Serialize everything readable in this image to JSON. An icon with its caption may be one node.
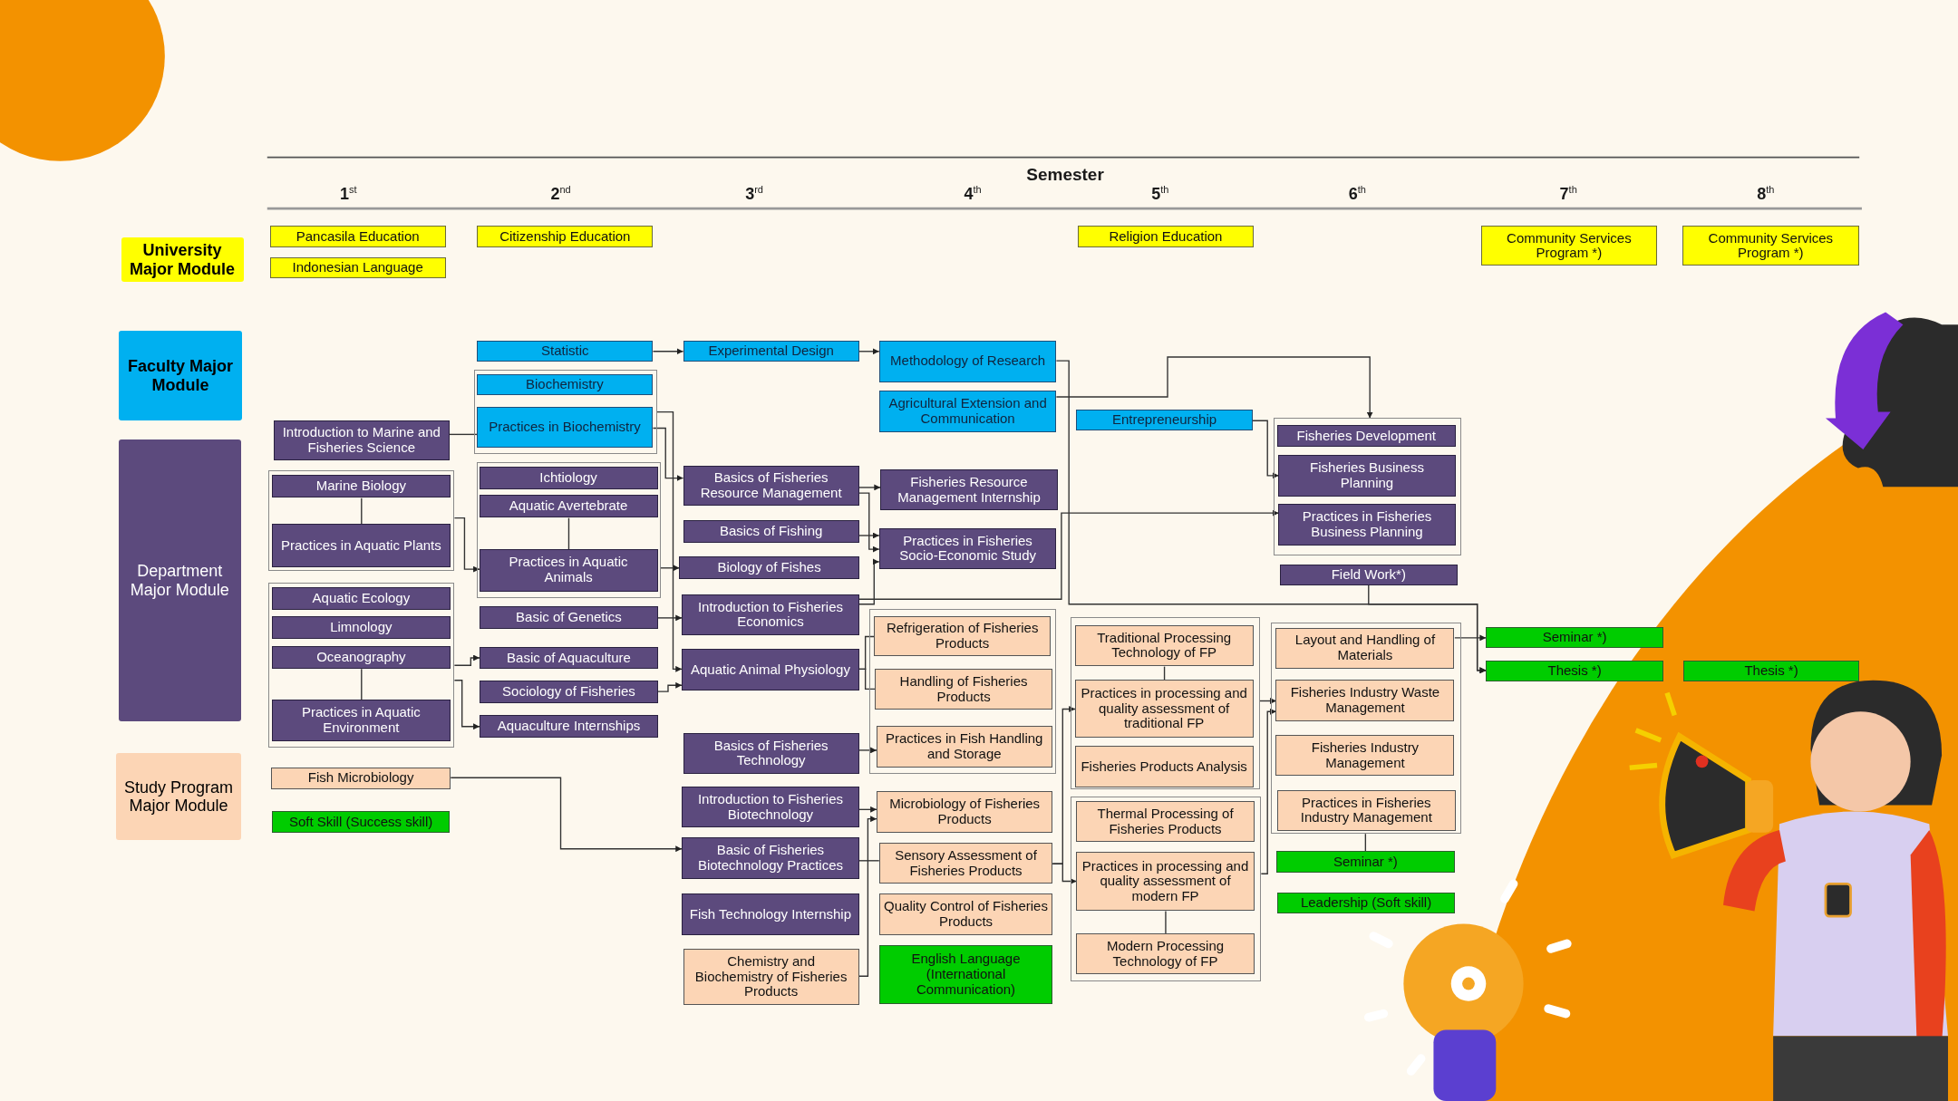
{
  "diagram": {
    "nodes": [
      {
        "text": [
          "University Major Module"
        ]
      },
      {
        "text": [
          "Faculty Major Module"
        ]
      },
      {
        "text": [
          "Department Major Module"
        ]
      },
      {
        "text": [
          "Study Program Major Module"
        ]
      },
      {
        "text": [
          "Pancasila Education"
        ]
      },
      {
        "text": [
          "Indonesian Language"
        ]
      },
      {
        "text": [
          "Citizenship Education"
        ]
      },
      {
        "text": [
          "Religion Education"
        ]
      },
      {
        "text": [
          "Community Services Program *)"
        ]
      },
      {
        "text": [
          "Community Services Program *)"
        ]
      },
      {
        "text": [
          "Introduction to Marine and Fisheries Science"
        ]
      },
      {
        "text": [],
        "shape": "box"
      },
      {
        "text": [
          "Marine Biology"
        ],
        "in": 11
      },
      {
        "text": [
          "Practices in Aquatic Plants"
        ],
        "in": 11
      },
      {
        "text": [],
        "shape": "box"
      },
      {
        "text": [
          "Aquatic Ecology"
        ],
        "in": 14
      },
      {
        "text": [
          "Limnology"
        ],
        "in": 14
      },
      {
        "text": [
          "Oceanography"
        ],
        "in": 14
      },
      {
        "text": [
          "Practices in Aquatic Environment"
        ],
        "in": 14
      },
      {
        "text": [
          "Fish Microbiology"
        ]
      },
      {
        "text": [
          "Soft Skill (Success skill)"
        ]
      },
      {
        "text": [
          "Statistic"
        ]
      },
      {
        "text": [],
        "shape": "box"
      },
      {
        "text": [
          "Biochemistry"
        ],
        "in": 22
      },
      {
        "text": [
          "Practices in Biochemistry"
        ],
        "in": 22
      },
      {
        "text": [],
        "shape": "box"
      },
      {
        "text": [
          "Ichtiology"
        ],
        "in": 25
      },
      {
        "text": [
          "Aquatic Avertebrate"
        ],
        "in": 25
      },
      {
        "text": [
          "Practices in Aquatic Animals"
        ],
        "in": 25
      },
      {
        "text": [
          "Basic of Genetics"
        ]
      },
      {
        "text": [
          "Basic of Aquaculture"
        ]
      },
      {
        "text": [
          "Sociology of Fisheries"
        ]
      },
      {
        "text": [
          "Aquaculture Internships"
        ]
      },
      {
        "text": [
          "Experimental Design"
        ]
      },
      {
        "text": [
          "Basics of Fisheries Resource Management"
        ]
      },
      {
        "text": [
          "Basics of Fishing"
        ]
      },
      {
        "text": [
          "Biology of Fishes"
        ]
      },
      {
        "text": [
          "Introduction to Fisheries Economics"
        ]
      },
      {
        "text": [
          "Aquatic Animal Physiology"
        ]
      },
      {
        "text": [
          "Basics of Fisheries Technology"
        ]
      },
      {
        "text": [
          "Introduction to Fisheries Biotechnology"
        ]
      },
      {
        "text": [
          "Basic of Fisheries Biotechnology Practices"
        ]
      },
      {
        "text": [
          "Fish Technology Internship"
        ]
      },
      {
        "text": [
          "Chemistry and Biochemistry of Fisheries Products"
        ]
      },
      {
        "text": [
          "Methodology of Research"
        ]
      },
      {
        "text": [
          "Agricultural Extension and Communication"
        ]
      },
      {
        "text": [
          "Fisheries Resource Management Internship"
        ]
      },
      {
        "text": [
          "Practices in Fisheries Socio-Economic Study"
        ]
      },
      {
        "text": [],
        "shape": "box"
      },
      {
        "text": [
          "Refrigeration of Fisheries Products"
        ],
        "in": 48
      },
      {
        "text": [
          "Handling of Fisheries Products"
        ],
        "in": 48
      },
      {
        "text": [
          "Practices in Fish Handling and Storage"
        ],
        "in": 48
      },
      {
        "text": [
          "Microbiology of Fisheries Products"
        ]
      },
      {
        "text": [
          "Sensory Assessment of Fisheries Products"
        ]
      },
      {
        "text": [
          "Quality Control of Fisheries Products"
        ]
      },
      {
        "text": [
          "English Language (International Communication)"
        ]
      },
      {
        "text": [
          "Entrepreneurship"
        ]
      },
      {
        "text": [],
        "shape": "box"
      },
      {
        "text": [
          "Traditional Processing Technology of FP"
        ],
        "in": 57
      },
      {
        "text": [
          "Practices in processing and quality assessment of traditional FP"
        ],
        "in": 57
      },
      {
        "text": [
          "Fisheries Products Analysis"
        ],
        "in": 57
      },
      {
        "text": [],
        "shape": "box"
      },
      {
        "text": [
          "Thermal Processing of Fisheries Products"
        ],
        "in": 61
      },
      {
        "text": [
          "Practices in processing and quality assessment of modern FP"
        ],
        "in": 61
      },
      {
        "text": [
          "Modern Processing Technology of FP"
        ],
        "in": 61
      },
      {
        "text": [],
        "shape": "box"
      },
      {
        "text": [
          "Fisheries Development"
        ],
        "in": 65
      },
      {
        "text": [
          "Fisheries Business Planning"
        ],
        "in": 65
      },
      {
        "text": [
          "Practices in Fisheries Business Planning"
        ],
        "in": 65
      },
      {
        "text": [
          "Field Work*)"
        ]
      },
      {
        "text": [],
        "shape": "box"
      },
      {
        "text": [
          "Layout and Handling of Materials"
        ],
        "in": 70
      },
      {
        "text": [
          "Fisheries Industry Waste Management"
        ],
        "in": 70
      },
      {
        "text": [
          "Fisheries Industry Management"
        ],
        "in": 70
      },
      {
        "text": [
          "Practices in Fisheries Industry Management"
        ],
        "in": 70
      },
      {
        "text": [
          "Seminar *)"
        ]
      },
      {
        "text": [
          "Leadership (Soft skill)"
        ]
      },
      {
        "text": [
          "Seminar *)"
        ]
      },
      {
        "text": [
          "Thesis *)"
        ]
      },
      {
        "text": [
          "Thesis *)"
        ]
      }
    ],
    "edges": [
      {
        "from": 21,
        "to": 33,
        "arrow": "to"
      },
      {
        "from": 33,
        "to": 44,
        "arrow": "to"
      },
      {
        "from": 10,
        "to": 24,
        "arrow": "none"
      },
      {
        "from": 12,
        "to": 13,
        "arrow": "none"
      },
      {
        "from": 17,
        "to": 18,
        "arrow": "none"
      },
      {
        "from": 27,
        "to": 28,
        "arrow": "none"
      },
      {
        "from": 11,
        "to": 28,
        "arrow": "to"
      },
      {
        "from": 14,
        "to": 30,
        "arrow": "to"
      },
      {
        "from": 14,
        "to": 32,
        "arrow": "to"
      },
      {
        "from": 24,
        "to": 34,
        "arrow": "to"
      },
      {
        "from": 22,
        "to": 38,
        "arrow": "to"
      },
      {
        "from": 25,
        "to": 36,
        "arrow": "to"
      },
      {
        "from": 29,
        "to": 37,
        "arrow": "to"
      },
      {
        "from": 31,
        "to": 38,
        "arrow": "to"
      },
      {
        "from": 19,
        "to": 41,
        "arrow": "to"
      },
      {
        "from": 34,
        "to": 46,
        "arrow": "to"
      },
      {
        "from": 34,
        "to": 47,
        "arrow": "to"
      },
      {
        "from": 35,
        "to": 47,
        "arrow": "to"
      },
      {
        "from": 37,
        "to": 47,
        "arrow": "to"
      },
      {
        "from": 37,
        "to": 68,
        "arrow": "to"
      },
      {
        "from": 44,
        "to": 78,
        "arrow": "to"
      },
      {
        "from": 69,
        "to": 78,
        "arrow": "to"
      },
      {
        "from": 71,
        "to": 77,
        "arrow": "to"
      },
      {
        "from": 45,
        "to": 65,
        "arrow": "to"
      },
      {
        "from": 56,
        "to": 67,
        "arrow": "to"
      },
      {
        "from": 38,
        "to": 49,
        "arrow": "none"
      },
      {
        "from": 38,
        "to": 50,
        "arrow": "none"
      },
      {
        "from": 39,
        "to": 51,
        "arrow": "to"
      },
      {
        "from": 40,
        "to": 52,
        "arrow": "to"
      },
      {
        "from": 43,
        "to": 52,
        "arrow": "to"
      },
      {
        "from": 41,
        "to": 53,
        "arrow": "none"
      },
      {
        "from": 53,
        "to": 59,
        "arrow": "to"
      },
      {
        "from": 53,
        "to": 63,
        "arrow": "to"
      },
      {
        "from": 58,
        "to": 59,
        "arrow": "none"
      },
      {
        "from": 63,
        "to": 64,
        "arrow": "none"
      },
      {
        "from": 57,
        "to": 72,
        "arrow": "to"
      },
      {
        "from": 61,
        "to": 72,
        "arrow": "to"
      },
      {
        "from": 70,
        "to": 75,
        "arrow": "none"
      }
    ],
    "labels": [
      "Semester",
      "1$^{st}$",
      "2$^{nd}$",
      "3$^{rd}$",
      "4$^{th}$",
      "5$^{th}$",
      "6$^{th}$",
      "7$^{th}$",
      "8$^{th}$"
    ]
  }
}
